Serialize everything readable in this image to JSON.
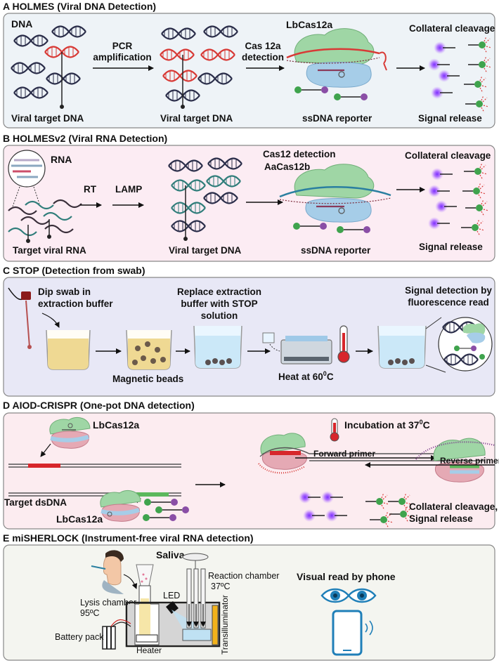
{
  "panels": {
    "a": {
      "title": "A  HOLMES (Viral DNA Detection)",
      "dna": "DNA",
      "pcr_line1": "PCR",
      "pcr_line2": "amplification",
      "target_left": "Viral target DNA",
      "target_mid": "Viral target DNA",
      "enzyme": "LbCas12a",
      "det_line1": "Cas 12a",
      "det_line2": "detection",
      "reporter": "ssDNA reporter",
      "collateral": "Collateral cleavage",
      "signal": "Signal release"
    },
    "b": {
      "title": "B  HOLMESv2 (Viral RNA Detection)",
      "rna": "RNA",
      "rt": "RT",
      "lamp": "LAMP",
      "target_rna": "Target viral RNA",
      "target_dna": "Viral target DNA",
      "cas_detect": "Cas12 detection",
      "enzyme": "AaCas12b",
      "reporter": "ssDNA reporter",
      "collateral": "Collateral cleavage",
      "signal": "Signal release"
    },
    "c": {
      "title": "C  STOP (Detection from swab)",
      "dip_line1": "Dip swab in",
      "dip_line2": "extraction buffer",
      "beads": "Magnetic beads",
      "replace_line1": "Replace extraction",
      "replace_line2": "buffer with STOP",
      "replace_line3": "solution",
      "heat": "Heat at 60",
      "heat_sup": "0",
      "heat_unit": "C",
      "signal_line1": "Signal detection by",
      "signal_line2": "fluorescence read"
    },
    "d": {
      "title": "D  AIOD-CRISPR (One-pot DNA detection)",
      "enzyme_top": "LbCas12a",
      "target": "Target dsDNA",
      "enzyme_bottom": "LbCas12a",
      "incubation": "Incubation at 37",
      "incubation_sup": "0",
      "incubation_unit": "C",
      "forward": "Forward primer",
      "reverse": "Reverse primer",
      "collateral_line1": "Collateral cleavage,",
      "collateral_line2": "Signal release"
    },
    "e": {
      "title": "E  miSHERLOCK (Instrument-free viral RNA detection)",
      "saliva": "Saliva",
      "lysis_line1": "Lysis chamber",
      "lysis_line2": "95ºC",
      "led": "LED",
      "reaction_line1": "Reaction chamber",
      "reaction_line2": "37ºC",
      "battery": "Battery pack",
      "heater": "Heater",
      "transilluminator": "Transilluminator",
      "visual": "Visual read by phone"
    }
  },
  "colors": {
    "panel_a_bg": "#eef3f7",
    "panel_b_bg": "#fcecf3",
    "panel_c_bg": "#e8e8f6",
    "panel_d_bg": "#fcecf0",
    "panel_e_bg": "#f4f5f0",
    "dna_dark": "#2b2e4a",
    "dna_red": "#d83a36",
    "dna_teal": "#2f7d7a",
    "cas_green": "#9fd6a5",
    "cas_blue": "#a6cde8",
    "cas_pink": "#e5a9b4",
    "reporter_green": "#3fa34d",
    "reporter_purple": "#8a4ea6",
    "glow_purple": "#a25bff",
    "primer_green": "#5cb85c",
    "target_red": "#d7262b"
  }
}
